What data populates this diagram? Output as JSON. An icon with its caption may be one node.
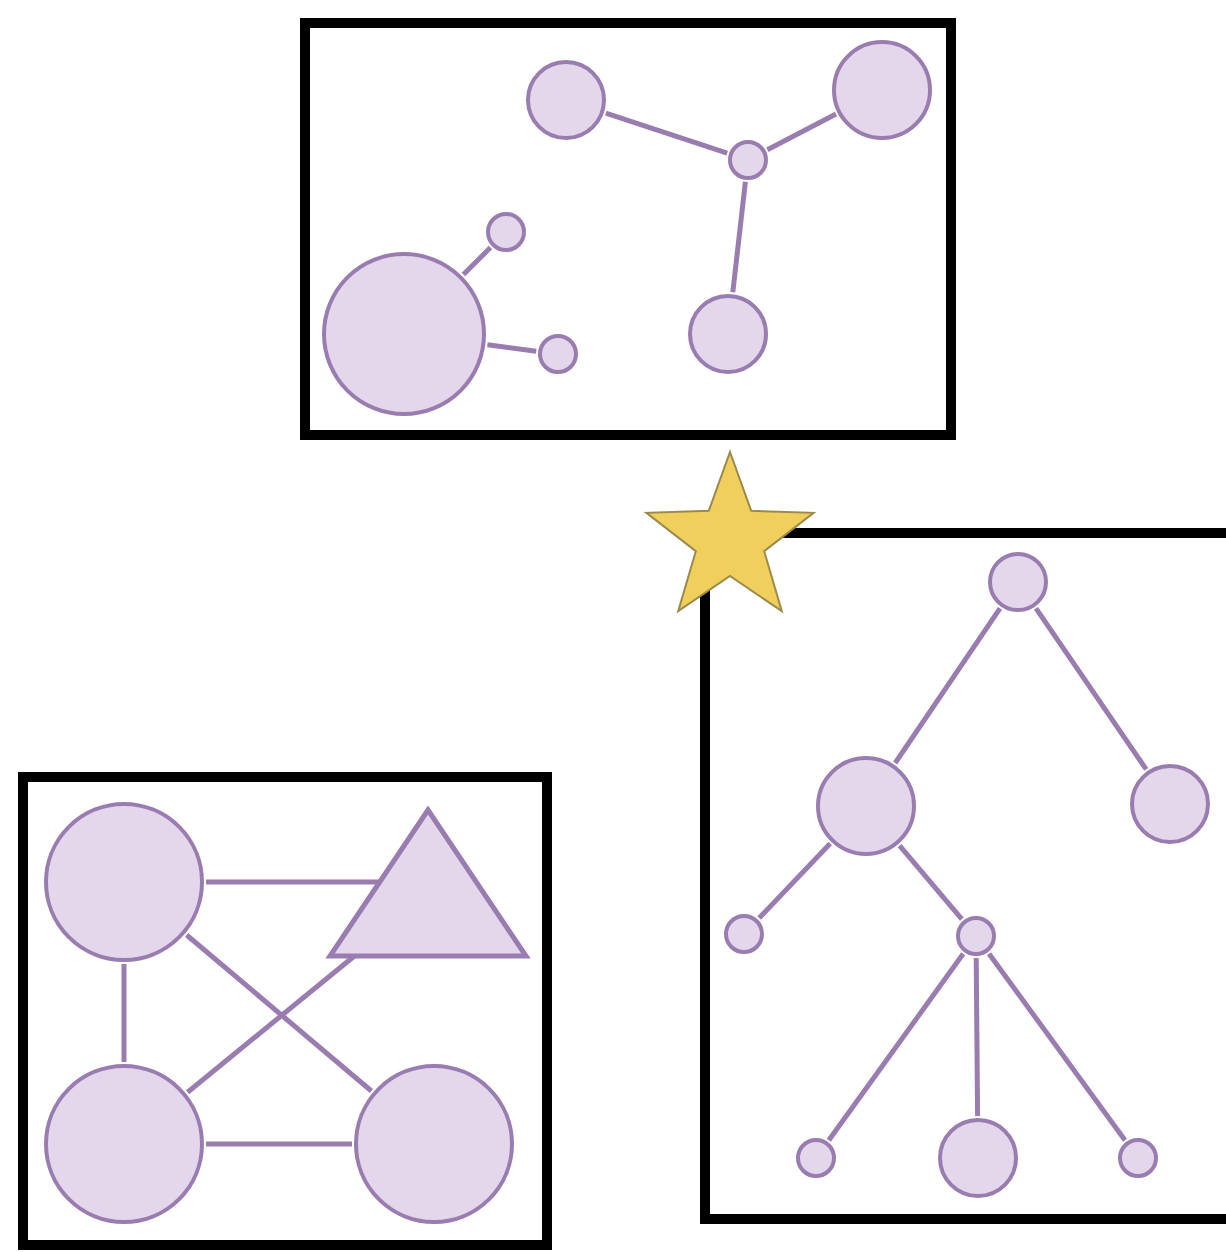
{
  "diagram": {
    "nodes": [
      {
        "text": [],
        "shape": "box"
      },
      {
        "text": [],
        "shape": "circle",
        "in": 0
      },
      {
        "text": [],
        "shape": "circle",
        "in": 0
      },
      {
        "text": [],
        "shape": "circle",
        "in": 0
      },
      {
        "text": [],
        "shape": "circle",
        "in": 0
      },
      {
        "text": [],
        "shape": "circle",
        "in": 0
      },
      {
        "text": [],
        "shape": "circle",
        "in": 0
      },
      {
        "text": [],
        "shape": "circle",
        "in": 0
      },
      {
        "text": [],
        "shape": "box"
      },
      {
        "text": [],
        "shape": "circle",
        "in": 8
      },
      {
        "text": [],
        "shape": "circle",
        "in": 8
      },
      {
        "text": [],
        "shape": "circle",
        "in": 8
      },
      {
        "text": [],
        "shape": "circle",
        "in": 8
      },
      {
        "text": [],
        "shape": "circle",
        "in": 8
      },
      {
        "text": [],
        "shape": "circle",
        "in": 8
      },
      {
        "text": [],
        "shape": "circle",
        "in": 8
      },
      {
        "text": [],
        "shape": "circle",
        "in": 8
      },
      {
        "text": [],
        "shape": "box"
      },
      {
        "text": [],
        "shape": "circle",
        "in": 17
      },
      {
        "text": [],
        "shape": "triangle",
        "in": 17
      },
      {
        "text": [],
        "shape": "circle",
        "in": 17
      },
      {
        "text": [],
        "shape": "circle",
        "in": 17
      }
    ],
    "edges": [
      {
        "from": 1,
        "to": 3,
        "arrow": "none"
      },
      {
        "from": 2,
        "to": 3,
        "arrow": "none"
      },
      {
        "from": 3,
        "to": 4,
        "arrow": "none"
      },
      {
        "from": 6,
        "to": 5,
        "arrow": "none"
      },
      {
        "from": 6,
        "to": 7,
        "arrow": "none"
      },
      {
        "from": 9,
        "to": 10,
        "arrow": "none"
      },
      {
        "from": 9,
        "to": 11,
        "arrow": "none"
      },
      {
        "from": 10,
        "to": 12,
        "arrow": "none"
      },
      {
        "from": 10,
        "to": 13,
        "arrow": "none"
      },
      {
        "from": 13,
        "to": 14,
        "arrow": "none"
      },
      {
        "from": 13,
        "to": 15,
        "arrow": "none"
      },
      {
        "from": 13,
        "to": 16,
        "arrow": "none"
      },
      {
        "from": 18,
        "to": 19,
        "arrow": "none"
      },
      {
        "from": 18,
        "to": 20,
        "arrow": "none"
      },
      {
        "from": 20,
        "to": 21,
        "arrow": "none"
      },
      {
        "from": 18,
        "to": 21,
        "arrow": "none"
      },
      {
        "from": 20,
        "to": 19,
        "arrow": "none"
      }
    ]
  }
}
